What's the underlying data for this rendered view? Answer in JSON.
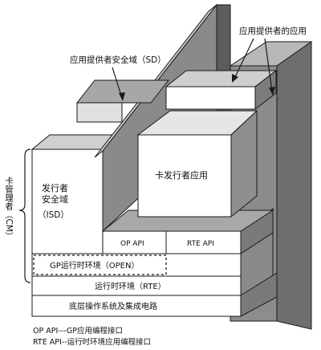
{
  "labels": {
    "sd": "应用提供者安全域（SD）",
    "provider_apps": "应用提供者的应用",
    "issuer_sd_line1": "发行者",
    "issuer_sd_line2": "安全域",
    "issuer_sd_line3": "（ISD）",
    "card_manager": "卡管理者（CM）",
    "issuer_app": "卡发行者应用",
    "op_api": "OP API",
    "rte_api": "RTE API",
    "gp_runtime": "GP运行时环境（OPEN）",
    "runtime": "运行时环境（RTE）",
    "base": "底层操作系统及集成电路"
  },
  "legend": {
    "line1": "OP API---GP应用编程接口",
    "line2": "RTE API--运行时环境应用编程接口"
  },
  "colors": {
    "line": "#1a1a1a",
    "dark_gray": "#7a7a7a",
    "mid_gray": "#9b9b9b",
    "light_gray": "#c9c9c9",
    "white": "#ffffff"
  }
}
